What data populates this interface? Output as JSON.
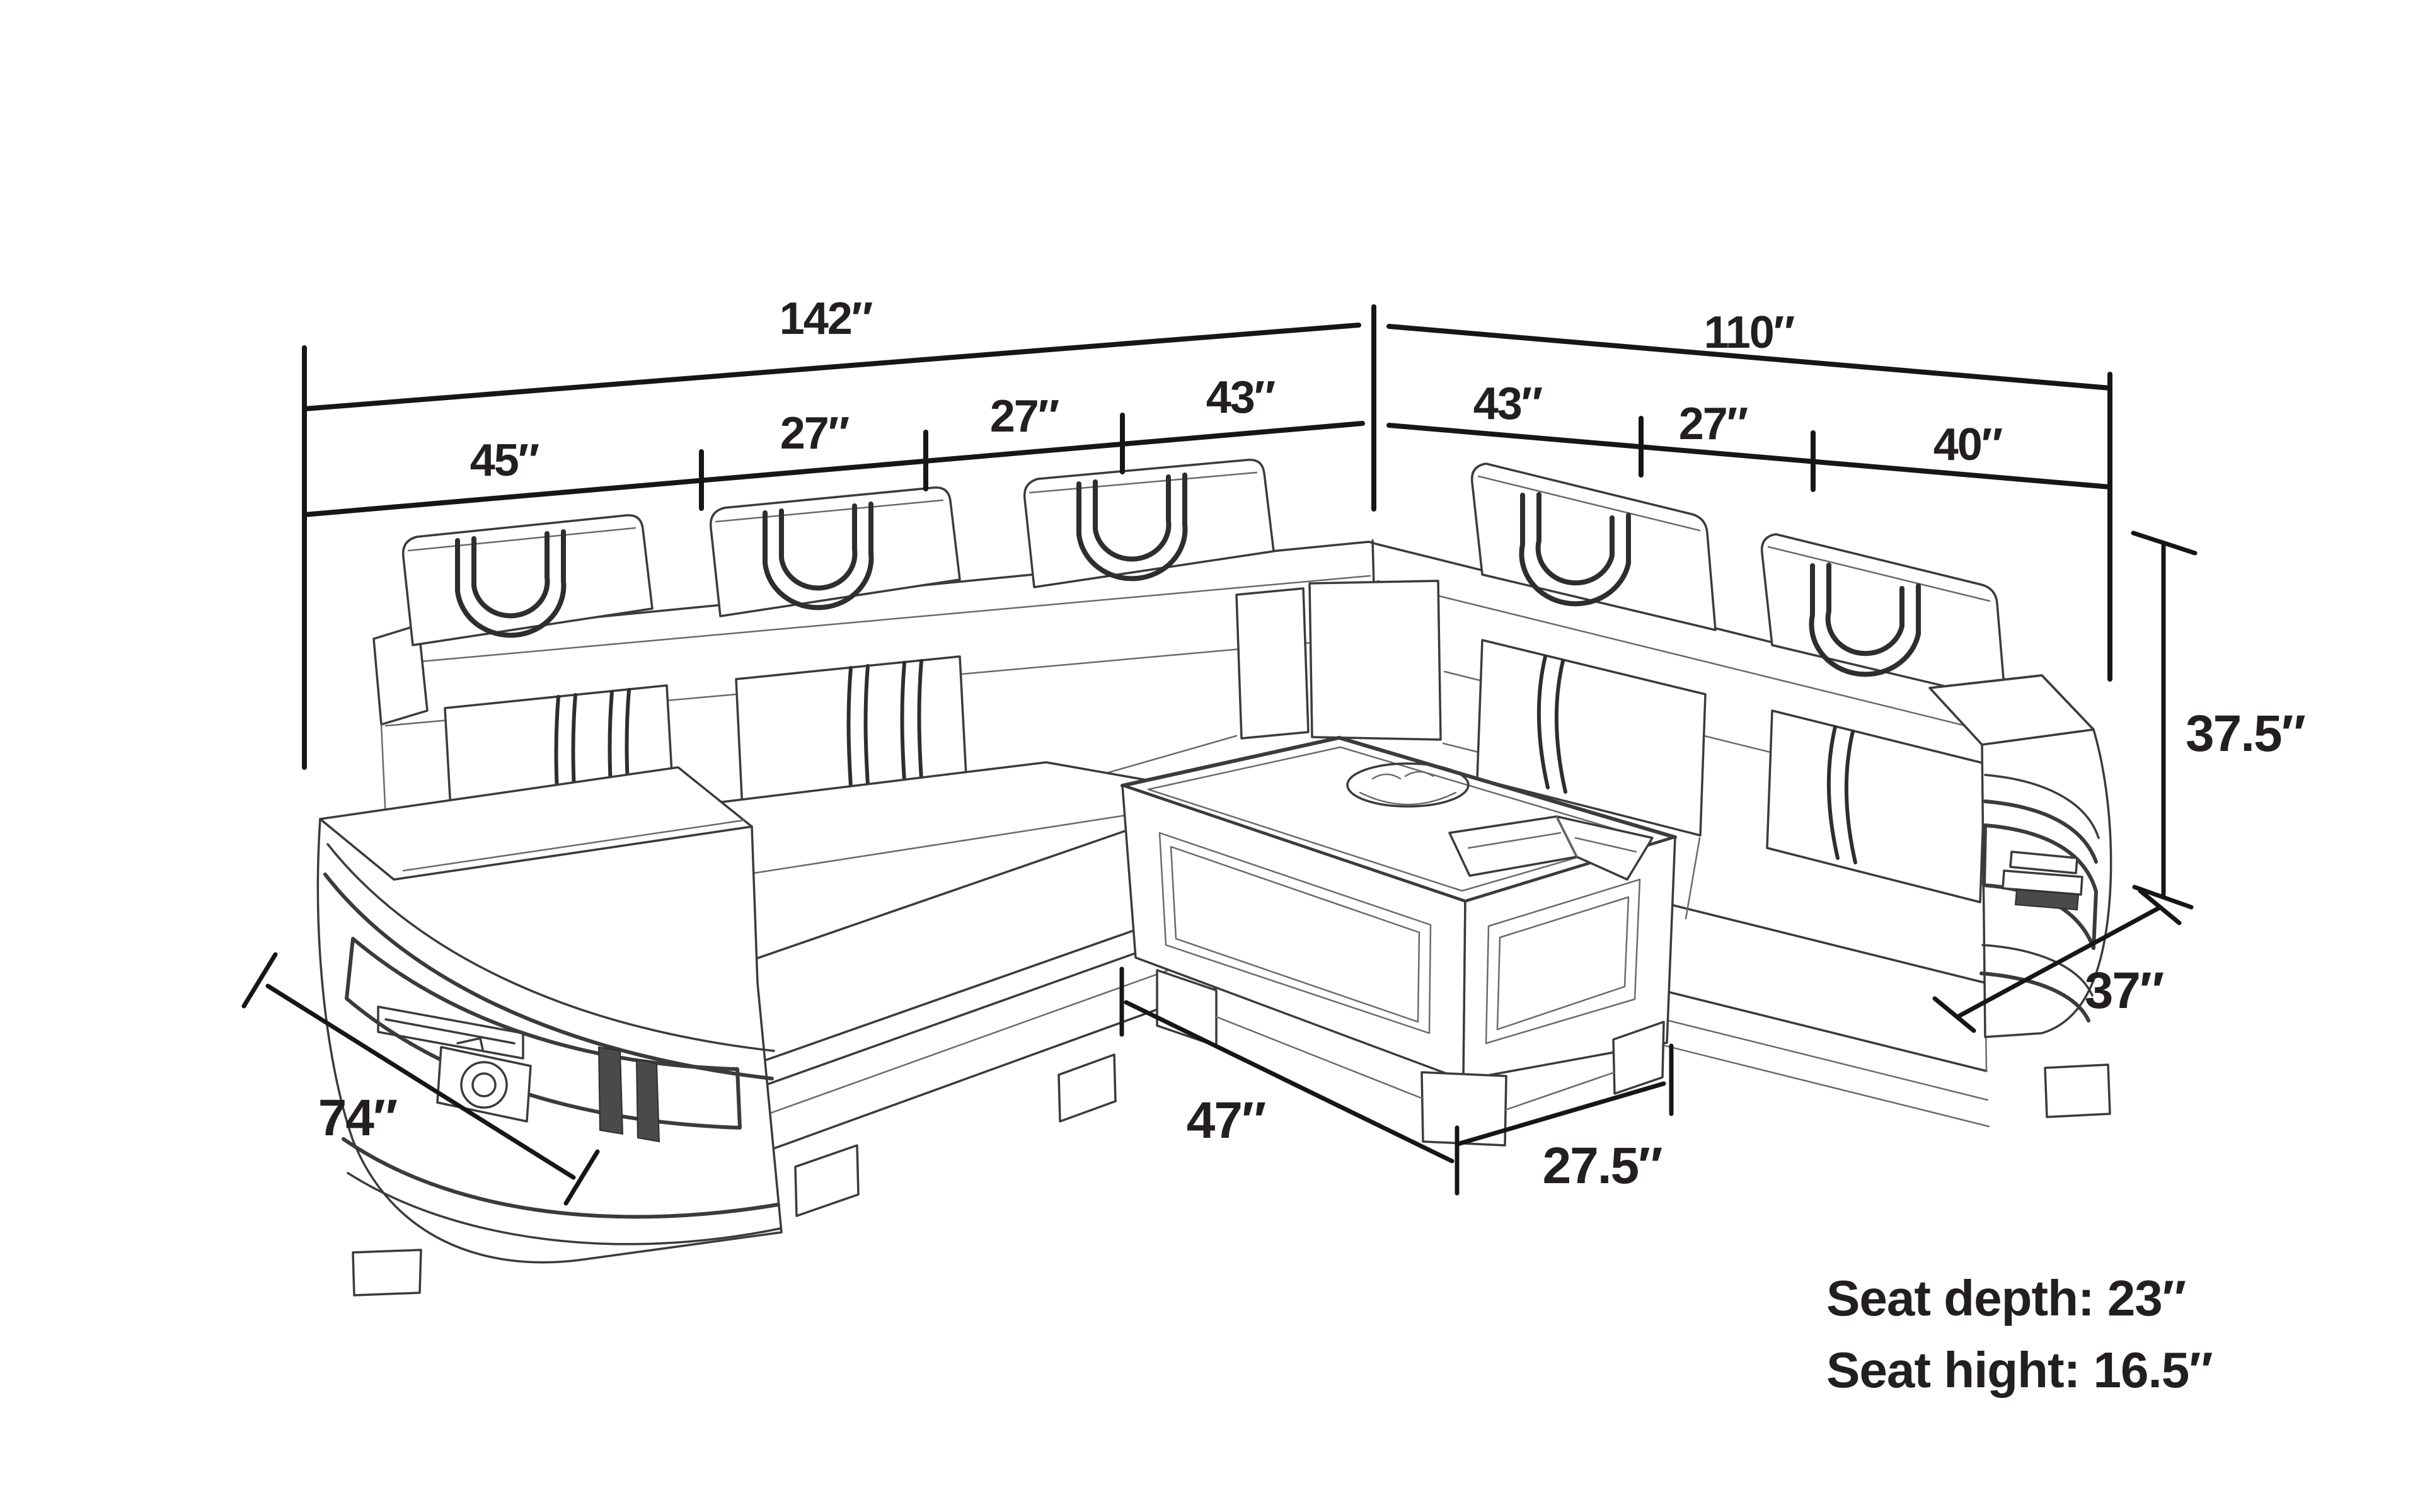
{
  "diagram": {
    "type": "furniture-dimension-drawing",
    "item": "U-shaped sectional sofa with chaise, corner seat and coffee table",
    "dimensions": {
      "left_total": "142″",
      "right_total": "110″",
      "left_segments": [
        "45″",
        "27″",
        "27″",
        "43″"
      ],
      "right_segments": [
        "43″",
        "27″",
        "40″"
      ],
      "back_height": "37.5″",
      "right_arm_depth": "37″",
      "chaise_depth": "74″",
      "table_length": "47″",
      "table_depth": "27.5″"
    },
    "notes": {
      "seat_depth": "Seat depth: 23″",
      "seat_height": "Seat hight: 16.5″"
    }
  },
  "colors": {
    "sketch_line": "#3b3b3b",
    "dimension_line": "#161616",
    "label_text": "#231f20",
    "background": "#ffffff"
  }
}
